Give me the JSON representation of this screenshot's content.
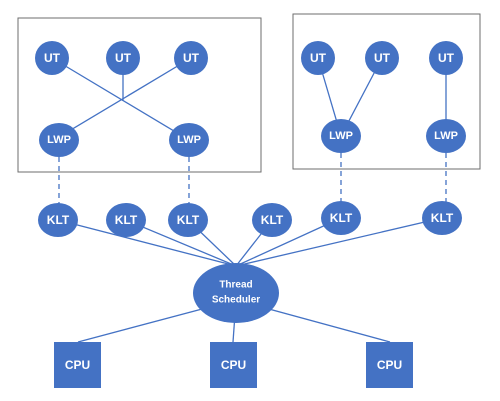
{
  "colors": {
    "node_fill": "#4472C4",
    "line": "#4472C4",
    "box_border": "#6E6E6E",
    "text": "#FFFFFF",
    "background": "#FFFFFF"
  },
  "labels": {
    "ut": "UT",
    "lwp": "LWP",
    "klt": "KLT",
    "scheduler_line1": "Thread",
    "scheduler_line2": "Scheduler",
    "cpu": "CPU"
  }
}
